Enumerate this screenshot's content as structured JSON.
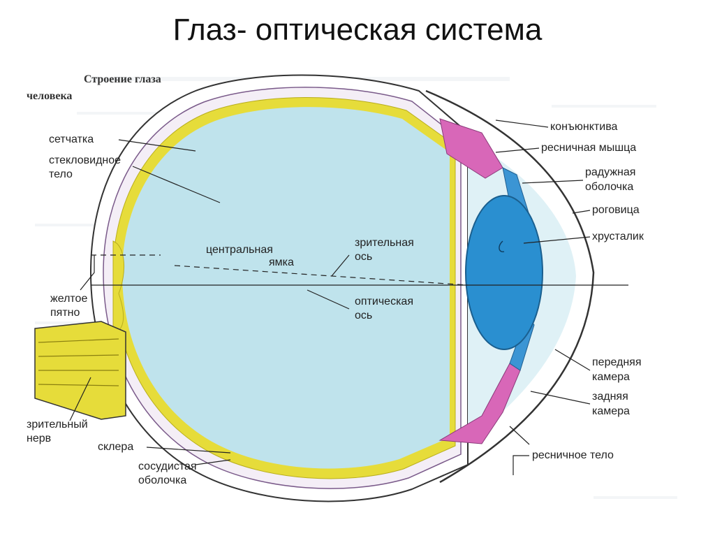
{
  "title": "Глаз- оптическая система",
  "diagram": {
    "heading_line1": "Строение глаза",
    "heading_line2": "человека",
    "labels": {
      "retina": "сетчатка",
      "vitreous_line1": "стекловидное",
      "vitreous_line2": "тело",
      "fovea_line1": "центральная",
      "fovea_line2": "ямка",
      "visual_axis_line1": "зрительная",
      "visual_axis_line2": "ось",
      "optical_axis_line1": "оптическая",
      "optical_axis_line2": "ось",
      "macula_line1": "желтое",
      "macula_line2": "пятно",
      "optic_nerve_line1": "зрительный",
      "optic_nerve_line2": "нерв",
      "sclera": "склера",
      "choroid_line1": "сосудистая",
      "choroid_line2": "оболочка",
      "conjunctiva": "конъюнктива",
      "ciliary_muscle": "ресничная мышца",
      "iris_line1": "радужная",
      "iris_line2": "оболочка",
      "cornea": "роговица",
      "lens": "хрусталик",
      "anterior_chamber_line1": "передняя",
      "anterior_chamber_line2": "камера",
      "posterior_chamber_line1": "задняя",
      "posterior_chamber_line2": "камера",
      "ciliary_body": "ресничное тело"
    },
    "colors": {
      "vitreous": "#bfe3ec",
      "retina": "#e6dc3a",
      "lens": "#2a8fd0",
      "iris": "#3b95d4",
      "ciliary": "#d867b8",
      "nerve": "#e6dc3a"
    }
  }
}
